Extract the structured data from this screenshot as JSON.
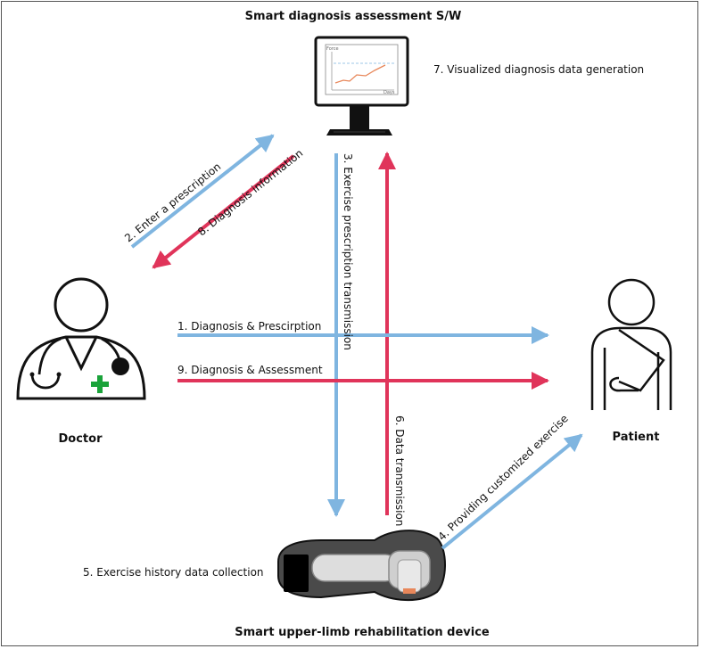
{
  "titles": {
    "software": "Smart diagnosis assessment S/W",
    "device": "Smart upper-limb rehabilitation device",
    "doctor": "Doctor",
    "patient": "Patient"
  },
  "steps": {
    "s1": "1. Diagnosis & Prescirption",
    "s2": "2. Enter a prescription",
    "s3": "3. Exercise prescription transmission",
    "s4": "4. Providing customized exercise",
    "s5": "5. Exercise history data collection",
    "s6": "6. Data transmission",
    "s7": "7. Visualized diagnosis data generation",
    "s8": "8. Diagnosis information",
    "s9": "9. Diagnosis  & Assessment"
  },
  "monitor": {
    "y_axis": "Force",
    "x_axis": "Days"
  },
  "colors": {
    "blue": "#7fb5e0",
    "red": "#e0345a",
    "green": "#1aa33a",
    "orange": "#e8875a"
  }
}
